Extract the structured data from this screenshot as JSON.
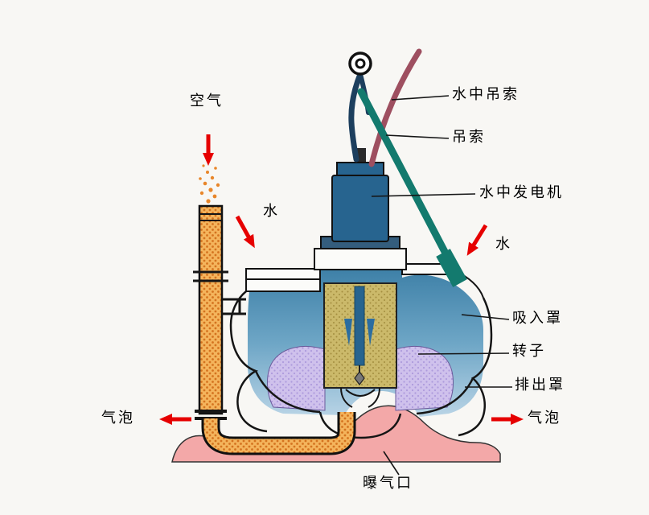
{
  "page": {
    "background": "#f8f7f4",
    "description": "submersible aerator cutaway diagram"
  },
  "labels": {
    "air": "空气",
    "water_left": "水",
    "underwater_sling": "水中吊索",
    "sling": "吊索",
    "underwater_generator": "水中发电机",
    "water_right": "水",
    "suction_hood": "吸入罩",
    "rotor": "转子",
    "discharge_hood": "排出罩",
    "bubbles_left": "气泡",
    "bubbles_right": "气泡",
    "aeration_port": "曝气口"
  },
  "colors": {
    "page_bg": "#f8f7f4",
    "arrow_red": "#e60000",
    "line_black": "#151515",
    "motor_blue": "#27648f",
    "water_blue_dark": "#3f81a8",
    "water_blue_mid": "#6ea6c6",
    "water_blue_light": "#b9d4e6",
    "rotor_tan": "#cbb96a",
    "rotor_tan_dot": "#a38d3e",
    "discharge_lavender": "#cfc1ec",
    "discharge_lavender_dot": "#ae9bdc",
    "ground_pink": "#f3a8a8",
    "pipe_orange": "#f4b45c",
    "pipe_dot_orange": "#d4731f",
    "spray_orange": "#e8862a",
    "rod_teal": "#137a6e",
    "cable_maroon": "#9e4f60",
    "plate_white": "#fbfbf9"
  }
}
